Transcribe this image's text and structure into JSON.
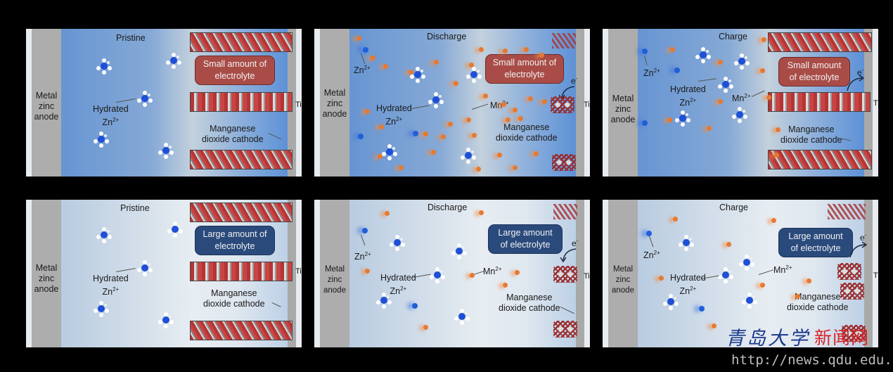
{
  "figure": {
    "rows": [
      {
        "electrolyte": "small",
        "box_label": "Small amount of electrolyte",
        "box_color": "#a94c47",
        "panels": [
          {
            "state": "Pristine"
          },
          {
            "state": "Discharge"
          },
          {
            "state": "Charge"
          }
        ]
      },
      {
        "electrolyte": "large",
        "box_label": "Large amount of electrolyte",
        "box_color": "#2a4a7c",
        "panels": [
          {
            "state": "Pristine"
          },
          {
            "state": "Discharge"
          },
          {
            "state": "Charge"
          }
        ]
      }
    ],
    "labels": {
      "anode_line1": "Metal",
      "anode_line2": "zinc",
      "anode_line3": "anode",
      "hydrated_line1": "Hydrated",
      "zn_ion": "Zn",
      "zn_charge": "2+",
      "mn_ion": "Mn",
      "mn_charge": "2+",
      "cathode_line1": "Manganese",
      "cathode_line2": "dioxide cathode",
      "electron": "e",
      "electron_charge": "-",
      "current_collector": "Ti",
      "small_box_line1": "Small amount of",
      "small_box_line2": "electrolyte",
      "small_box_alt_line1": "Small amount",
      "small_box_alt_line2": "of electrolyte",
      "large_box_line1": "Large amount of",
      "large_box_line2": "electrolyte",
      "large_box_alt_line1": "Large amount",
      "large_box_alt_line2": "of electrolyte"
    },
    "colors": {
      "anode": "#adadad",
      "hydrated_zn": "#1e4fd6",
      "mn_ion": "#e8792e",
      "cathode_red": "#b53535"
    }
  },
  "watermark": {
    "site_name_cn": "青岛大学",
    "site_suffix_cn": "新闻网",
    "url": "http://news.qdu.edu.cn"
  }
}
